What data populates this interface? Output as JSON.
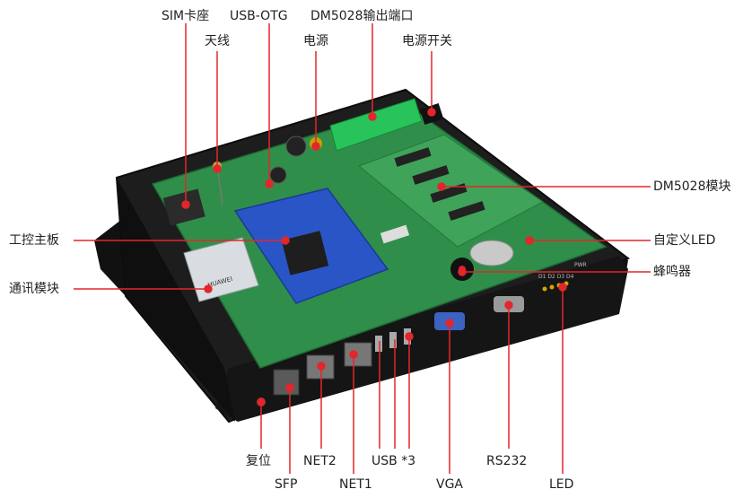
{
  "labels": {
    "sim": "SIM卡座",
    "usb_otg": "USB-OTG",
    "dm_out": "DM5028输出端口",
    "antenna": "天线",
    "power": "电源",
    "power_switch": "电源开关",
    "dm_module": "DM5028模块",
    "main_board": "工控主板",
    "custom_led": "自定义LED",
    "comm_module": "通讯模块",
    "buzzer": "蜂鸣器",
    "reset": "复位",
    "net2": "NET2",
    "usb3": "USB *3",
    "rs232": "RS232",
    "sfp": "SFP",
    "net1": "NET1",
    "vga": "VGA",
    "led": "LED"
  },
  "board_texts": {
    "huawei": "HUAWEI",
    "pwr": "PWR",
    "led_marks": "D1 D2 D3 D4"
  },
  "colors": {
    "leader": "#e3262b",
    "enclosure": "#1a1a1a",
    "pcb": "#2f8f4a",
    "dm_pcb": "#3fa35a",
    "core": "#2a55c7",
    "terminal": "#28c35a"
  }
}
